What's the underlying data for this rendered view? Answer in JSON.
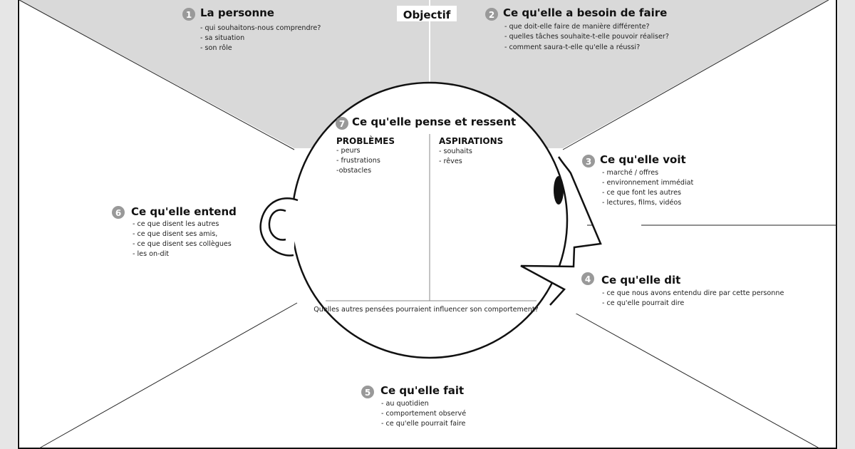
{
  "objective": "Objectif",
  "sections": {
    "personne": {
      "number": "1",
      "title": "La personne",
      "items": [
        "- qui souhaitons-nous comprendre?",
        "- sa situation",
        "- son rôle"
      ]
    },
    "besoin": {
      "number": "2",
      "title": "Ce qu'elle a besoin de faire",
      "items": [
        "- que doit-elle faire de manière différente?",
        "- quelles tâches souhaite-t-elle pouvoir réaliser?",
        "- comment saura-t-elle qu'elle a réussi?"
      ]
    },
    "voit": {
      "number": "3",
      "title": "Ce qu'elle voit",
      "items": [
        "- marché / offres",
        "- environnement immédiat",
        "- ce que font les autres",
        "- lectures, films, vidéos"
      ]
    },
    "dit": {
      "number": "4",
      "title": "Ce qu'elle dit",
      "items": [
        "- ce que nous avons entendu dire par cette personne",
        "- ce qu'elle pourrait dire"
      ]
    },
    "fait": {
      "number": "5",
      "title": "Ce qu'elle fait",
      "items": [
        "- au quotidien",
        "- comportement observé",
        "- ce qu'elle pourrait faire"
      ]
    },
    "entend": {
      "number": "6",
      "title": "Ce qu'elle entend",
      "items": [
        "- ce que disent les autres",
        "- ce que disent ses amis,",
        "- ce que disent ses collègues",
        "- les on-dit"
      ]
    },
    "pense": {
      "number": "7",
      "title": "Ce qu'elle pense et ressent",
      "problemes": {
        "title": "PROBLÈMES",
        "items": [
          "- peurs",
          "- frustrations",
          "-obstacles"
        ]
      },
      "aspirations": {
        "title": "ASPIRATIONS",
        "items": [
          "- souhaits",
          "- rêves"
        ]
      },
      "question": "Quelles autres pensées pourraient influencer son comportement?"
    }
  }
}
